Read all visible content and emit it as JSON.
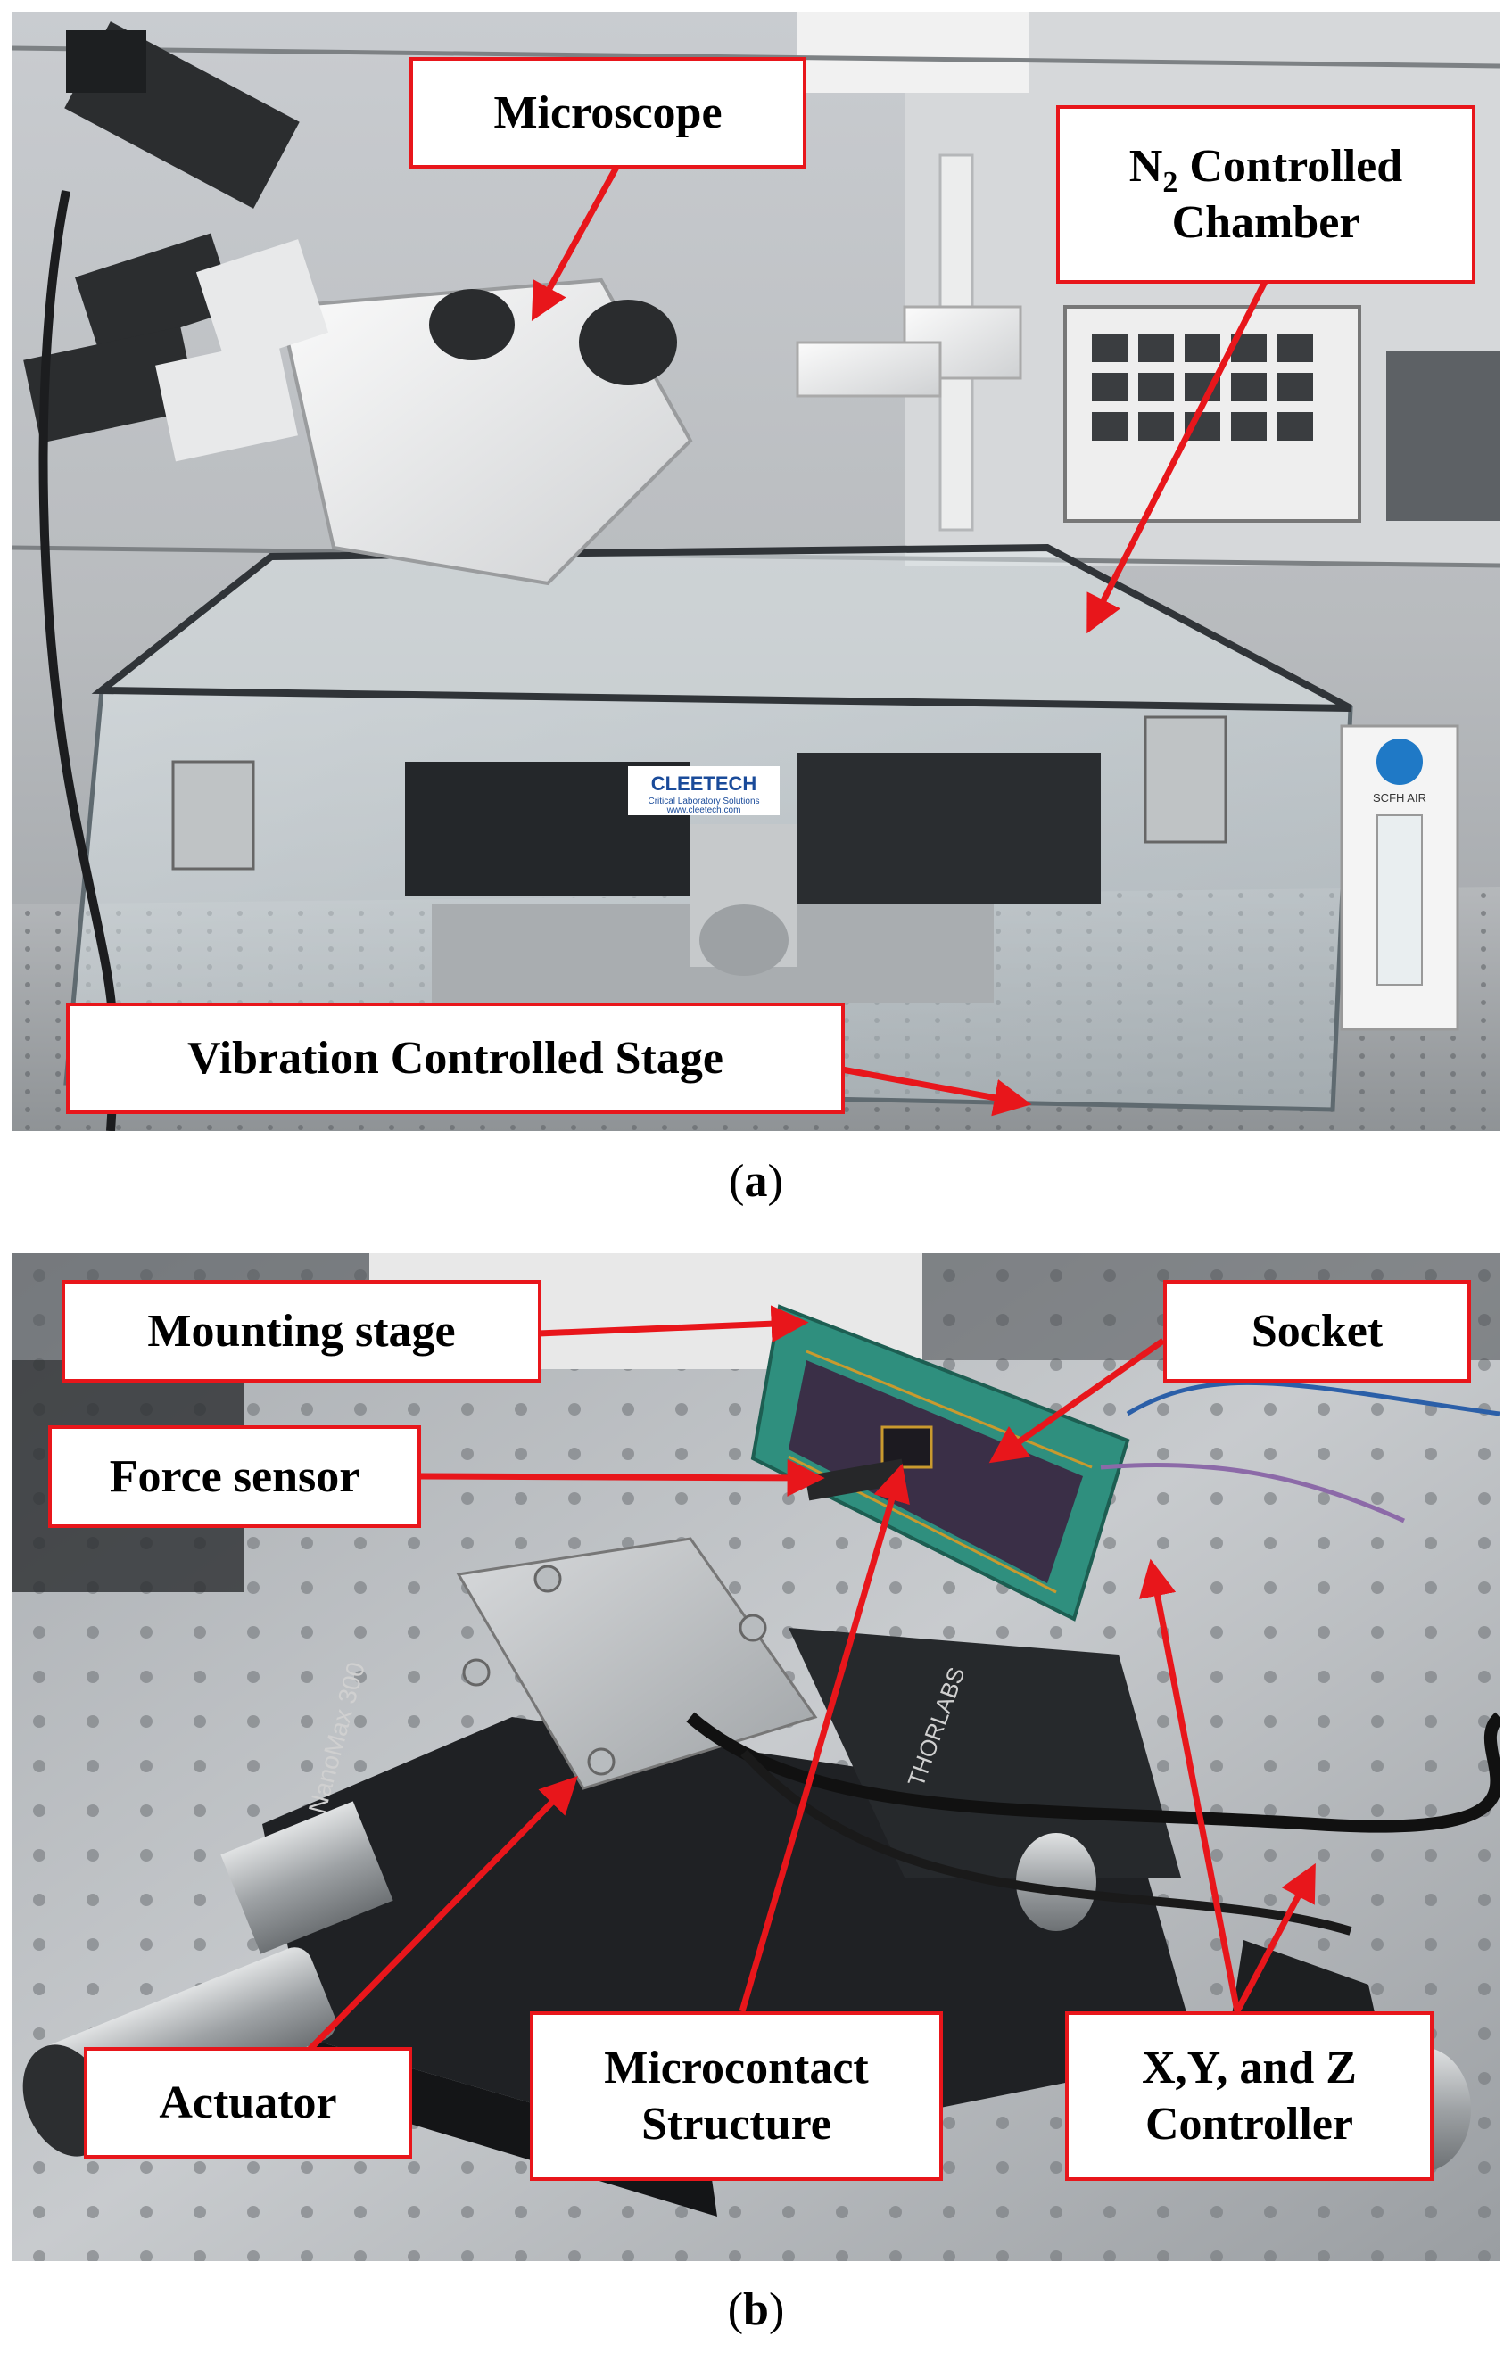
{
  "panel_a": {
    "label_open": "(",
    "label_letter": "a",
    "label_close": ")",
    "callouts": {
      "microscope": "Microscope",
      "chamber_symbol": "N",
      "chamber_subscript": "2",
      "chamber_line1_rest": " Controlled",
      "chamber_line2": "Chamber",
      "stage": "Vibration Controlled Stage"
    },
    "photo_text": {
      "brand": "CLEETECH",
      "brand_tagline": "Critical Laboratory Solutions",
      "brand_url": "www.cleetech.com",
      "flowmeter": "SCFH AIR"
    }
  },
  "panel_b": {
    "label_open": "(",
    "label_letter": "b",
    "label_close": ")",
    "callouts": {
      "mounting_stage": "Mounting stage",
      "socket": "Socket",
      "force_sensor": "Force sensor",
      "actuator": "Actuator",
      "microcontact_line1": "Microcontact",
      "microcontact_line2": "Structure",
      "controller_line1": "X,Y, and Z",
      "controller_line2": "Controller"
    },
    "photo_text": {
      "thorlabs": "THORLABS",
      "stage_model": "NanoMax 300"
    }
  },
  "colors": {
    "callout_border": "#e8161b",
    "arrow": "#e8161b",
    "callout_fill": "#ffffff"
  }
}
